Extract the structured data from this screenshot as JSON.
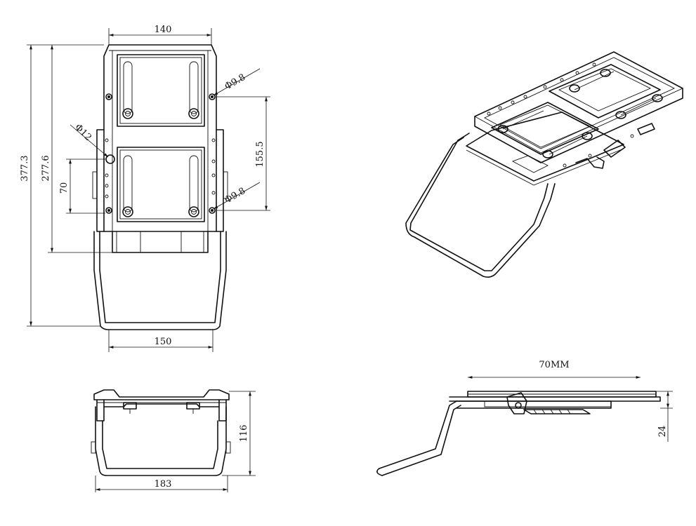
{
  "colors": {
    "line": "#111111",
    "background": "#ffffff"
  },
  "dimensions": {
    "top_width": "140",
    "bottom_width": "150",
    "total_height": "377.3",
    "plate_height": "277.6",
    "slot_height": "70",
    "hole_spacing": "155.5",
    "hole_dia_top": "Φ9.8",
    "hole_dia_bottom": "Φ9.8",
    "hole_dia_center": "Φ12",
    "front_width": "183",
    "front_height": "116",
    "slide_travel": "70MM",
    "side_height": "24"
  }
}
